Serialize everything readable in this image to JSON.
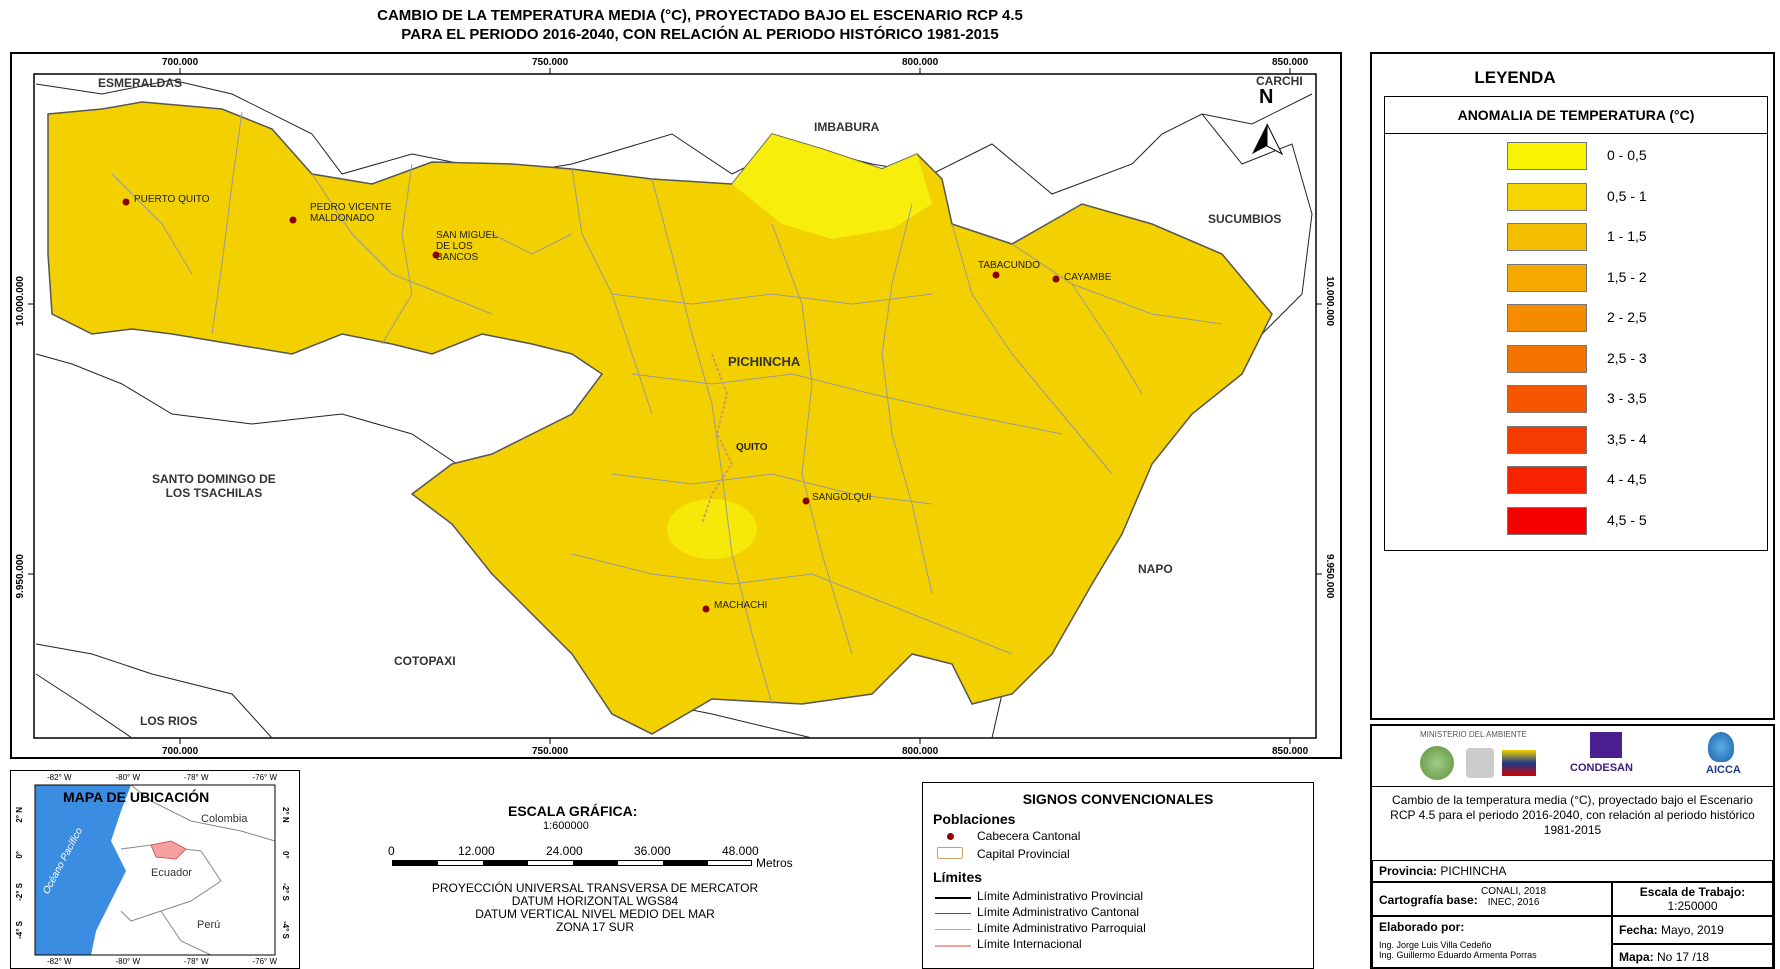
{
  "title": {
    "line1": "CAMBIO DE LA TEMPERATURA MEDIA (°C),  PROYECTADO BAJO EL ESCENARIO RCP 4.5",
    "line2": "PARA EL PERIODO 2016-2040, CON RELACIÓN AL PERIODO HISTÓRICO 1981-2015"
  },
  "map": {
    "x_ticks": [
      "700.000",
      "750.000",
      "800.000",
      "850.000"
    ],
    "y_ticks": [
      "10.000.000",
      "9.950.000"
    ],
    "north": "N",
    "regions": {
      "esmeraldas": "ESMERALDAS",
      "imbabura": "IMBABURA",
      "carchi": "CARCHI",
      "sucumbios": "SUCUMBIOS",
      "pichincha": "PICHINCHA",
      "santo_domingo": "SANTO DOMINGO DE\nLOS TSACHILAS",
      "napo": "NAPO",
      "cotopaxi": "COTOPAXI",
      "los_rios": "LOS RIOS"
    },
    "cities": {
      "puerto_quito": "PUERTO QUITO",
      "pedro_vicente": "PEDRO VICENTE\nMALDONADO",
      "san_miguel": "SAN MIGUEL\nDE LOS\nBANCOS",
      "tabacundo": "TABACUNDO",
      "cayambe": "CAYAMBE",
      "quito": "QUITO",
      "sangolqui": "SANGOLQUI",
      "machachi": "MACHACHI"
    },
    "colors": {
      "pale": "#f7f20c",
      "base": "#f3d000",
      "outline": "#9a9a9a"
    }
  },
  "legend": {
    "title": "LEYENDA",
    "subtitle": "ANOMALIA DE TEMPERATURA (°C)",
    "classes": [
      {
        "label": "0 - 0,5",
        "color": "#f8f300"
      },
      {
        "label": "0,5 - 1",
        "color": "#f5d400"
      },
      {
        "label": "1 - 1,5",
        "color": "#f4be00"
      },
      {
        "label": "1,5 - 2",
        "color": "#f4a800"
      },
      {
        "label": "2 - 2,5",
        "color": "#f58c00"
      },
      {
        "label": "2,5 - 3",
        "color": "#f57300"
      },
      {
        "label": "3 - 3,5",
        "color": "#f65600"
      },
      {
        "label": "3,5 - 4",
        "color": "#f63b00"
      },
      {
        "label": "4 - 4,5",
        "color": "#f62200"
      },
      {
        "label": "4,5 - 5",
        "color": "#f60000"
      }
    ]
  },
  "locator": {
    "title": "MAPA DE UBICACIÓN",
    "top_ticks": [
      "-82° W",
      "-80° W",
      "-78° W",
      "-76° W"
    ],
    "bottom_ticks": [
      "-82° W",
      "-80° W",
      "-78° W",
      "-76° W"
    ],
    "left_ticks": [
      "2° N",
      "0°",
      "-2° S",
      "-4° S"
    ],
    "right_ticks": [
      "2° N",
      "0°",
      "-2° S",
      "-4° S"
    ],
    "colombia": "Colombia",
    "ecuador": "Ecuador",
    "peru": "Perú",
    "ocean": "Océano Pacífico"
  },
  "scale": {
    "title": "ESCALA GRÁFICA:",
    "ratio": "1:600000",
    "ticks": [
      "0",
      "12.000",
      "24.000",
      "36.000",
      "48.000"
    ],
    "unit": "Metros",
    "proj1": "PROYECCIÓN UNIVERSAL TRANSVERSA DE MERCATOR",
    "proj2": "DATUM HORIZONTAL WGS84",
    "proj3": "DATUM VERTICAL NIVEL MEDIO DEL MAR",
    "proj4": "ZONA 17 SUR"
  },
  "signs": {
    "title": "SIGNOS CONVENCIONALES",
    "poblaciones": "Poblaciones",
    "cabecera": "Cabecera Cantonal",
    "capital": "Capital Provincial",
    "limites": "Límites",
    "provincial": "Límite Administrativo Provincial",
    "cantonal": "Límite Administrativo Cantonal",
    "parroquial": "Límite Administrativo Parroquial",
    "internacional": "Límite Internacional"
  },
  "info": {
    "ministerio": "MINISTERIO DEL AMBIENTE",
    "condesan": "CONDESAN",
    "aicca": "AICCA",
    "desc": "Cambio de la temperatura media (°C),  proyectado bajo el Escenario RCP 4.5 para el periodo 2016-2040, con relación al periodo histórico 1981-2015",
    "provincia_lbl": "Provincia:",
    "provincia_val": "PICHINCHA",
    "cartografia_lbl": "Cartografía base:",
    "cartografia_val1": "CONALI, 2018",
    "cartografia_val2": "INEC, 2016",
    "escala_lbl": "Escala de Trabajo:",
    "escala_val": "1:250000",
    "elaborado_lbl": "Elaborado por:",
    "autor1": "Ing. Jorge Luis Villa Cedeño",
    "autor2": "Ing. Guillermo Eduardo Armenta Porras",
    "fecha_lbl": "Fecha:",
    "fecha_val": "Mayo, 2019",
    "mapa_lbl": "Mapa:",
    "mapa_val": "No 17 /18"
  }
}
